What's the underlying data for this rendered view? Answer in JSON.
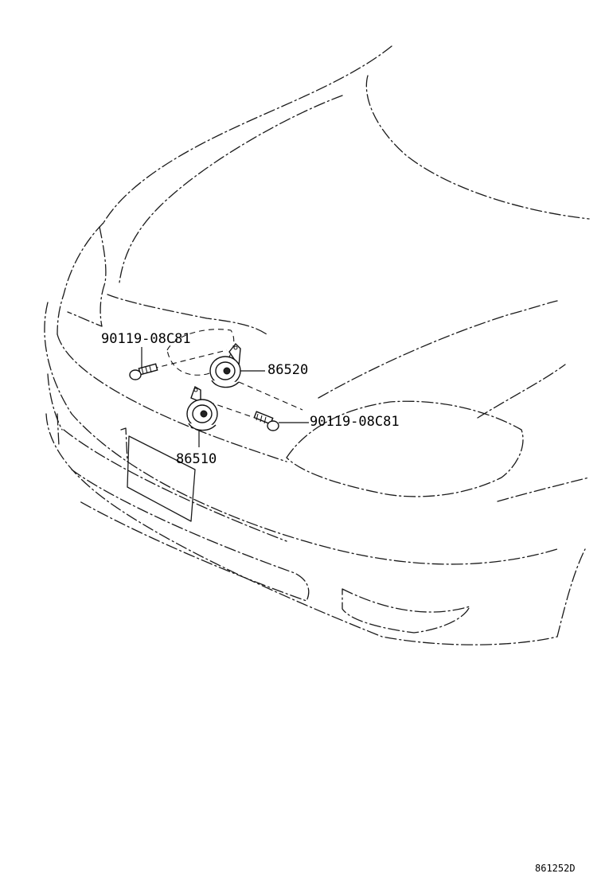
{
  "labels": {
    "bolt_upper": "90119-08C81",
    "horn_high": "86520",
    "bolt_lower": "90119-08C81",
    "horn_low": "86510"
  },
  "diagram_code": "861252D",
  "colors": {
    "line": "#1a1a1a",
    "background": "#ffffff"
  }
}
